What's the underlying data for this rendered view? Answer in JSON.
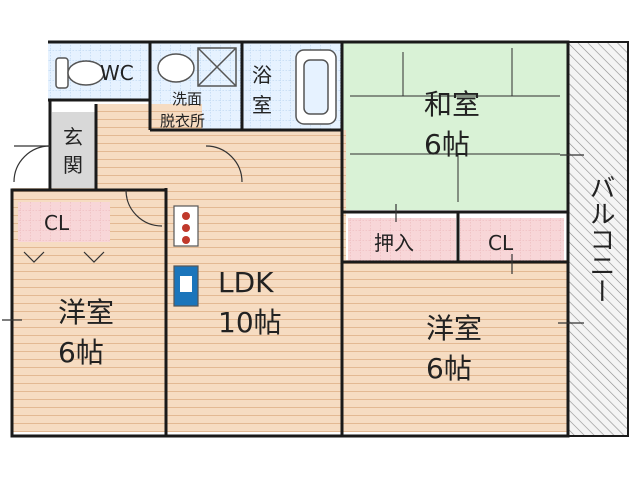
{
  "floor_plan": {
    "rooms": {
      "wc": {
        "label": "WC"
      },
      "washroom": {
        "label_line1": "洗面",
        "label_line2": "脱衣所"
      },
      "bath": {
        "label_line1": "浴",
        "label_line2": "室"
      },
      "entrance": {
        "label_line1": "玄",
        "label_line2": "関"
      },
      "washitsu": {
        "label_line1": "和室",
        "label_line2": "6帖"
      },
      "closet_left": {
        "label": "CL"
      },
      "closet_right": {
        "label": "CL"
      },
      "oshiire": {
        "label": "押入"
      },
      "ldk": {
        "label_line1": "LDK",
        "label_line2": "10帖"
      },
      "yoshitsu_left": {
        "label_line1": "洋室",
        "label_line2": "6帖"
      },
      "yoshitsu_right": {
        "label_line1": "洋室",
        "label_line2": "6帖"
      },
      "balcony": {
        "label": "バルコニー"
      }
    },
    "colors": {
      "wall": "#1a1a1a",
      "wood_floor": "#f6dcc2",
      "wood_line": "#e3b993",
      "tatami": "#d9f2d6",
      "tile_wet": "#e6f2ff",
      "tile_line": "#9ec3e8",
      "closet": "#f8d6d8",
      "closet_line": "#e7a9ad",
      "balcony_hatch": "#8c8c8c",
      "gray_panel": "#d8d8d8",
      "stove_red": "#c0392b",
      "sink_blue": "#1b75bb"
    }
  }
}
